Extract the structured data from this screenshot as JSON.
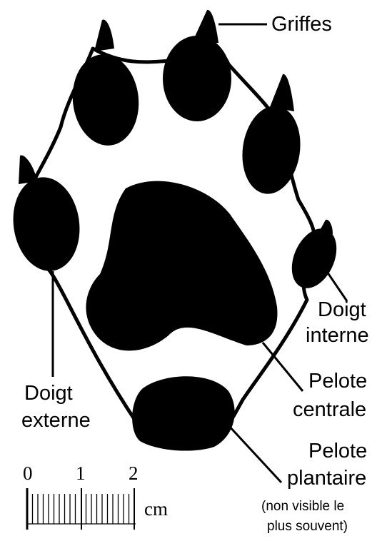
{
  "colors": {
    "ink": "#000000",
    "paper": "#ffffff"
  },
  "labels": {
    "griffes": "Griffes",
    "doigt_interne": [
      "Doigt",
      "interne"
    ],
    "doigt_externe": [
      "Doigt",
      "externe"
    ],
    "pelote_centrale": [
      "Pelote",
      "centrale"
    ],
    "pelote_plantaire": [
      "Pelote",
      "plantaire"
    ],
    "pelote_plantaire_note": [
      "(non visible le",
      "plus souvent)"
    ]
  },
  "scale": {
    "ticks": [
      "0",
      "1",
      "2"
    ],
    "unit": "cm"
  }
}
